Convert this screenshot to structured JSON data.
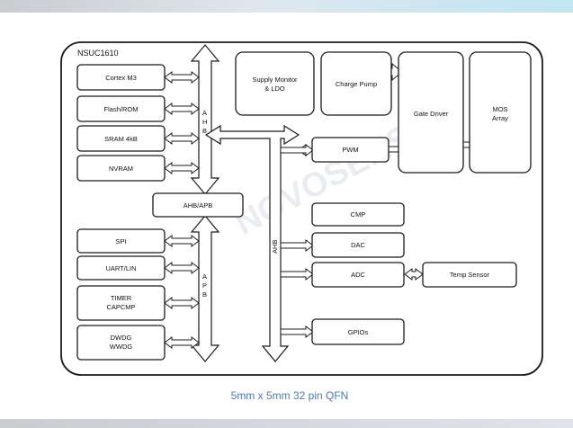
{
  "chip_name": "NSUC1610",
  "caption": "5mm x 5mm 32 pin QFN",
  "watermark": "NOVOSENSE",
  "blocks": {
    "cortex": "Cortex M3",
    "flash": "Flash/ROM",
    "sram": "SRAM 4kB",
    "nvram": "NVRAM",
    "ahbapb": "AHB/APB",
    "spi": "SPI",
    "uart": "UART/LIN",
    "timer1": "TIMER",
    "timer2": "CAPCMP",
    "dwdg1": "DWDG",
    "dwdg2": "WWDG",
    "supply1": "Supply Monitor",
    "supply2": "& LDO",
    "charge_pump": "Charge Pump",
    "gate_driver": "Gate Driver",
    "mos1": "MOS",
    "mos2": "Array",
    "pwm": "PWM",
    "cmp": "CMP",
    "dac": "DAC",
    "adc": "ADC",
    "temp_sensor": "Temp Sensor",
    "gpios": "GPIOs"
  },
  "buses": {
    "ahb_left": [
      "A",
      "H",
      "B"
    ],
    "apb_left": [
      "A",
      "P",
      "B"
    ],
    "ahb_vertical": "AHB"
  }
}
